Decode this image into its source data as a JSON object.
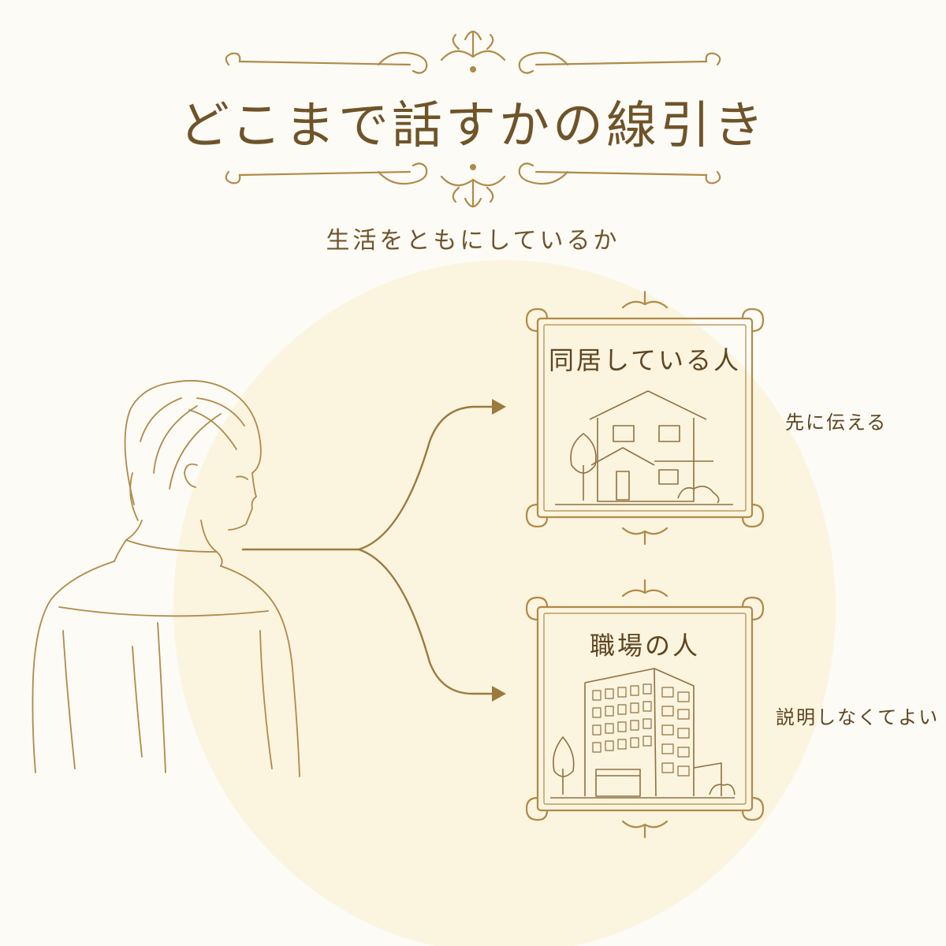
{
  "title": "どこまで話すかの線引き",
  "subtitle": "生活をともにしているか",
  "branches": [
    {
      "label": "同居している人",
      "icon": "house-icon",
      "result": "先に伝える"
    },
    {
      "label": "職場の人",
      "icon": "office-building-icon",
      "result": "説明しなくてよい"
    }
  ],
  "colors": {
    "background": "#fdfbf6",
    "glow": "#fbf4df",
    "gold": "#b08a48",
    "text": "#6f5429"
  }
}
